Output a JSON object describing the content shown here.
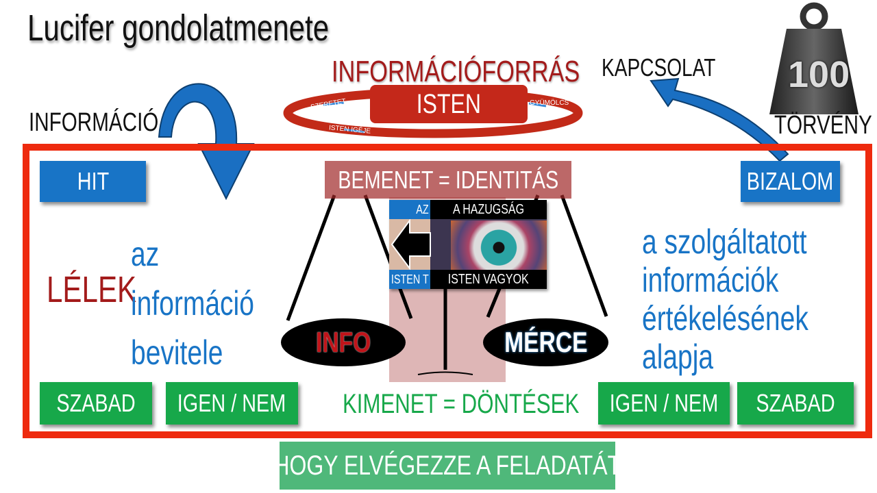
{
  "title": "Lucifer gondolatmenete",
  "weight": {
    "label": "100",
    "caption": "TÖRVÉNY"
  },
  "kapcsolat": "KAPCSOLAT",
  "informacio": "INFORMÁCIÓ",
  "source": {
    "title": "INFORMÁCIÓFORRÁS",
    "center": "ISTEN",
    "ring_labels": [
      "SZERETET",
      "GYÜMÖLCS",
      "ISTEN IGÉJE"
    ]
  },
  "hit": "HIT",
  "bizalom": "BIZALOM",
  "bemenet": "BEMENET = IDENTITÁS",
  "eye": {
    "left_top": "AZ",
    "left_bottom": "ISTEN T",
    "top": "A HAZUGSÁG",
    "bottom": "ISTEN VAGYOK"
  },
  "lelek": "LÉLEK",
  "left_text": [
    "az",
    "információ",
    "bevitele"
  ],
  "right_text": [
    "a szolgáltatott",
    "információk",
    "értékelésének",
    "alapja"
  ],
  "info": "INFO",
  "merce": "MÉRCE",
  "bottom": {
    "szabad_left": "SZABAD",
    "igen_nem_left": "IGEN / NEM",
    "kimenet": "KIMENET = DÖNTÉSEK",
    "igen_nem_right": "IGEN / NEM",
    "szabad_right": "SZABAD"
  },
  "footer": "HOGY ELVÉGEZZE A FELADATÁT",
  "colors": {
    "red": "#ee2a0e",
    "blue": "#1874c6",
    "green": "#17a84a",
    "darkred": "#a31b1b"
  }
}
